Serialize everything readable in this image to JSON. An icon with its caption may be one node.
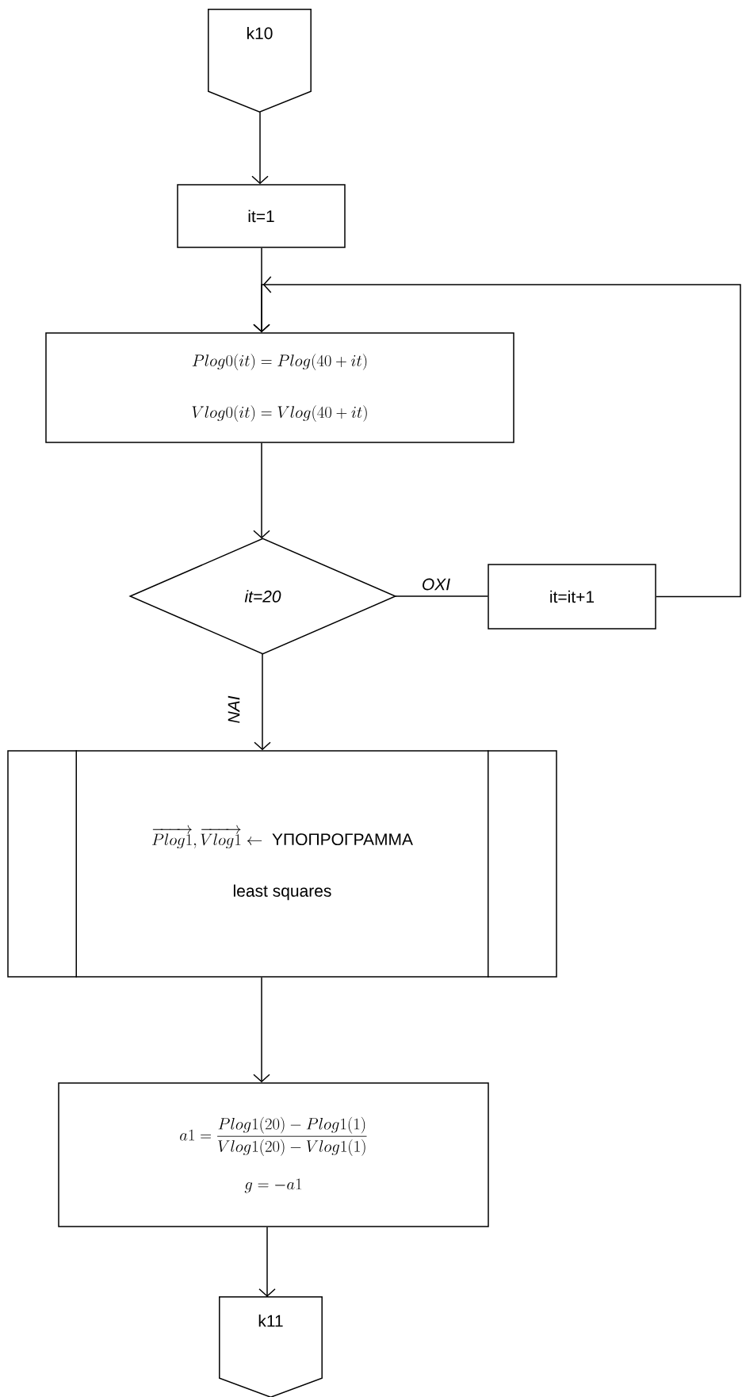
{
  "diagram": {
    "nodes": [
      {
        "text": [
          "k10"
        ]
      },
      {
        "text": [
          "it=1"
        ]
      },
      {
        "text": [
          "Plog0(it) = Plog(40 + it)",
          "Vlog0(it) = Vlog(40 + it)"
        ]
      },
      {
        "text": [
          "it=20"
        ]
      },
      {
        "text": [
          "it=it+1"
        ]
      },
      {
        "text": [
          "\\overrightarrow{Plog1},\\overrightarrow{Vlog1} \\leftarrow \\text{ ΥΠΟΠΡΟΓΡΑΜΜΑ}",
          "least squares"
        ]
      },
      {
        "text": [
          "a1 = \\frac{Plog1(20) - Plog1(1)}{Vlog1(20) - Vlog1(1)}",
          "g = -a1"
        ]
      },
      {
        "text": [
          "k11"
        ]
      }
    ],
    "edges": [
      {
        "from": 0,
        "to": 1,
        "arrow": "to"
      },
      {
        "from": 1,
        "to": 2,
        "arrow": "to"
      },
      {
        "from": 2,
        "to": 3,
        "arrow": "to"
      },
      {
        "from": 3,
        "to": 4,
        "arrow": "none",
        "label": "ΟΧΙ"
      },
      {
        "from": 4,
        "to": 2,
        "arrow": "to"
      },
      {
        "from": 3,
        "to": 5,
        "arrow": "to",
        "label": "ΝΑΙ"
      },
      {
        "from": 5,
        "to": 6,
        "arrow": "to"
      },
      {
        "from": 6,
        "to": 7,
        "arrow": "to"
      }
    ]
  }
}
